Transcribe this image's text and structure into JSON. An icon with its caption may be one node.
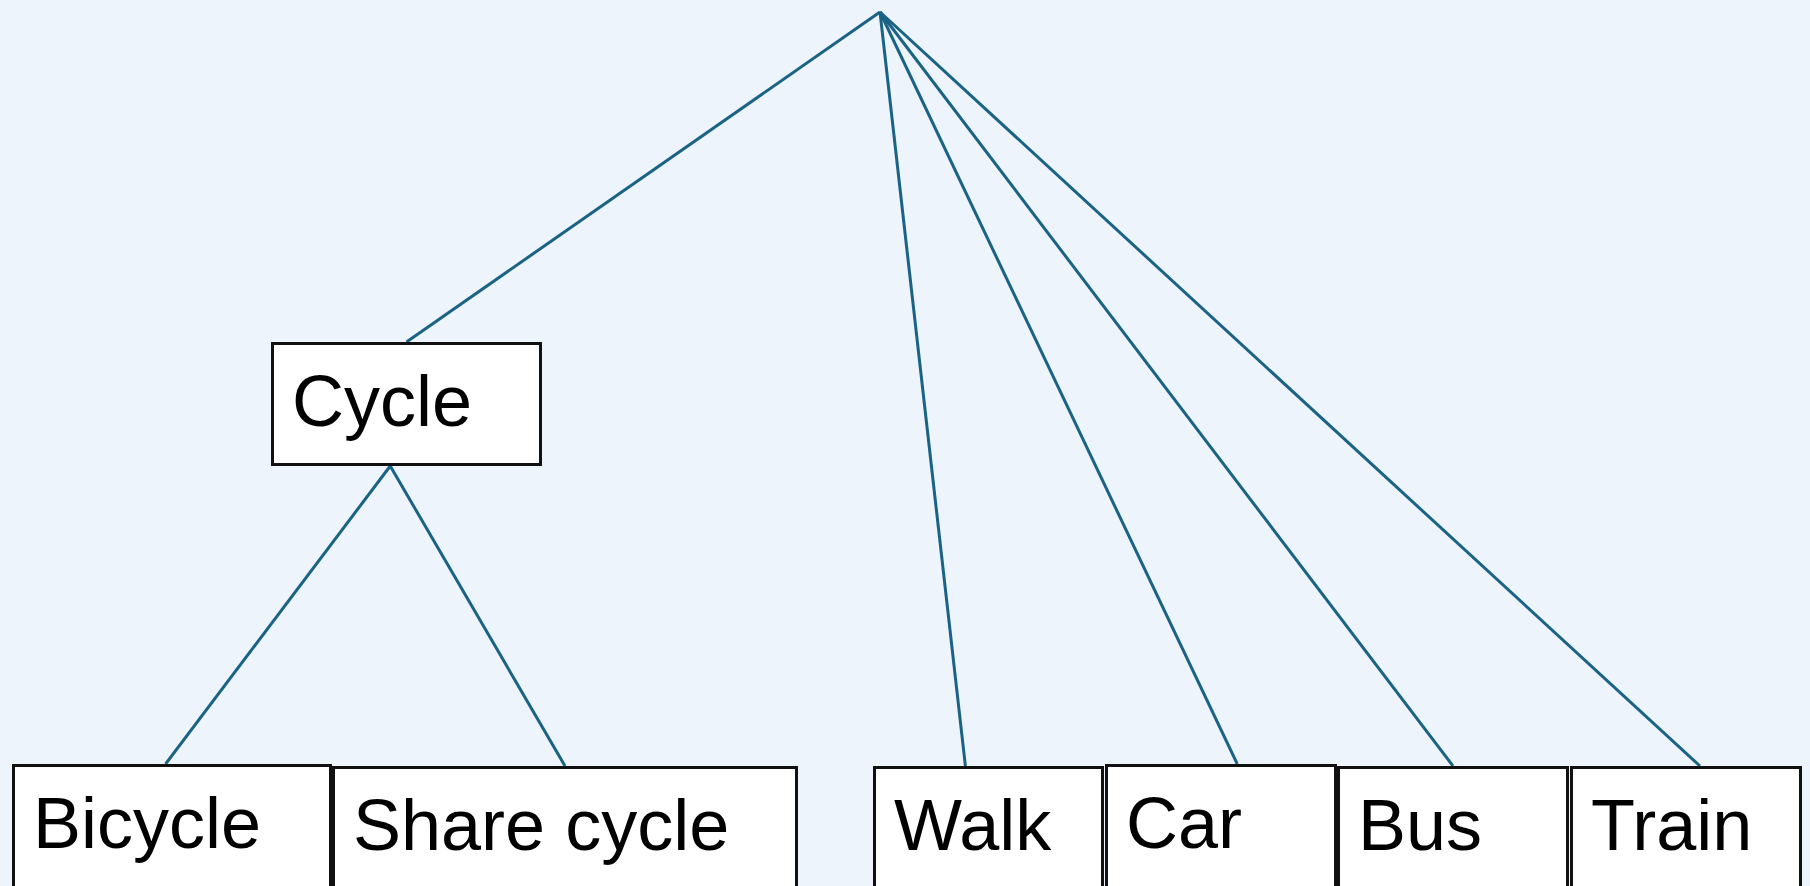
{
  "diagram": {
    "nodes": [
      {
        "text": [
          "Cycle"
        ]
      },
      {
        "text": [
          "Bicycle"
        ]
      },
      {
        "text": [
          "Share cycle"
        ]
      },
      {
        "text": [
          "Walk"
        ]
      },
      {
        "text": [
          "Car"
        ]
      },
      {
        "text": [
          "Bus"
        ]
      },
      {
        "text": [
          "Train"
        ]
      }
    ],
    "edges": [
      {
        "from": null,
        "to": 0,
        "arrow": "none"
      },
      {
        "from": null,
        "to": 3,
        "arrow": "none"
      },
      {
        "from": null,
        "to": 4,
        "arrow": "none"
      },
      {
        "from": null,
        "to": 5,
        "arrow": "none"
      },
      {
        "from": null,
        "to": 6,
        "arrow": "none"
      },
      {
        "from": 0,
        "to": 1,
        "arrow": "none"
      },
      {
        "from": 0,
        "to": 2,
        "arrow": "none"
      }
    ]
  }
}
